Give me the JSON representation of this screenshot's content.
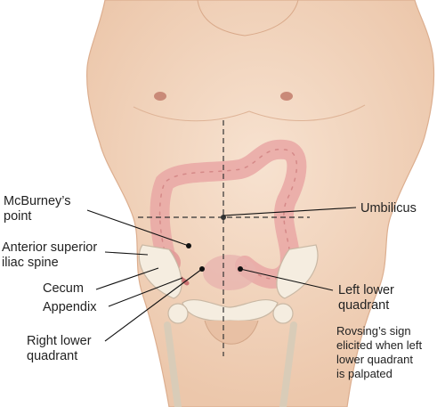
{
  "labels": {
    "mcburney": "McBurney’s\npoint",
    "asis": "Anterior superior\niliac spine",
    "cecum": "Cecum",
    "appendix": "Appendix",
    "rlq": "Right lower\nquadrant",
    "umbilicus": "Umbilicus",
    "llq": "Left lower\nquadrant",
    "rovsing": "Rovsing’s sign\nelicited when left\nlower quadrant\nis palpated"
  },
  "colors": {
    "skin": "#f3d9c4",
    "skin_shadow": "#e4bea2",
    "colon": "#e9a7a5",
    "colon_dark": "#cf7f80",
    "bone": "#f5ede0",
    "dashed_line": "#333333",
    "leader_line": "#111111"
  }
}
